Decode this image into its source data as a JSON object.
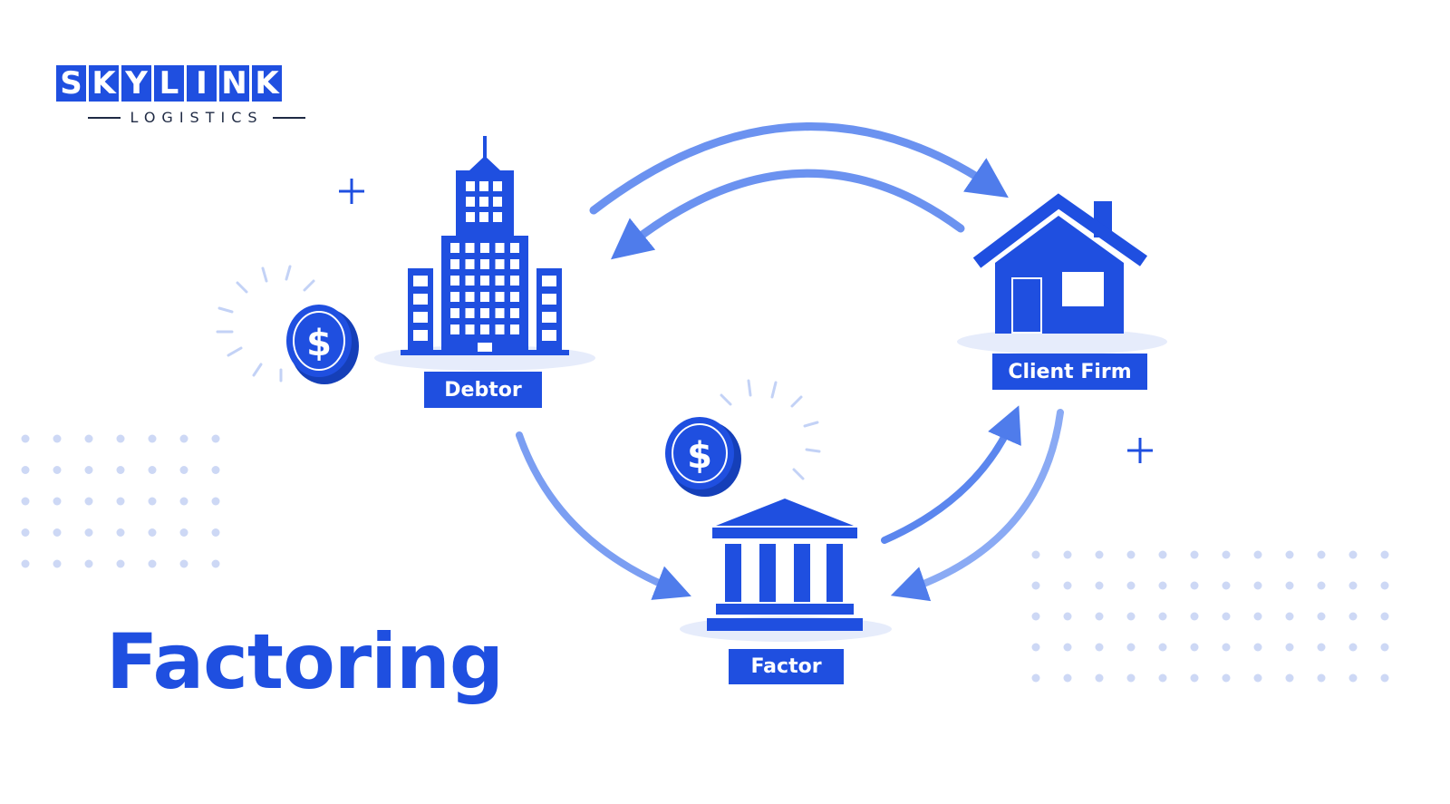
{
  "logo": {
    "letters": [
      "S",
      "K",
      "Y",
      "L",
      "I",
      "N",
      "K"
    ],
    "subtitle": "LOGISTICS"
  },
  "title": "Factoring",
  "nodes": {
    "debtor": {
      "label": "Debtor",
      "icon": "office-building-icon"
    },
    "client_firm": {
      "label": "Client Firm",
      "icon": "house-icon"
    },
    "factor": {
      "label": "Factor",
      "icon": "bank-icon"
    }
  },
  "coins": [
    {
      "symbol": "$",
      "icon": "dollar-coin-icon"
    },
    {
      "symbol": "$",
      "icon": "dollar-coin-icon"
    }
  ],
  "colors": {
    "primary": "#1f4fe0",
    "arrow": "#5b86ee",
    "dots": "#cdd8f5",
    "platform": "#e6ecfb",
    "text_dark": "#1f2a44"
  }
}
